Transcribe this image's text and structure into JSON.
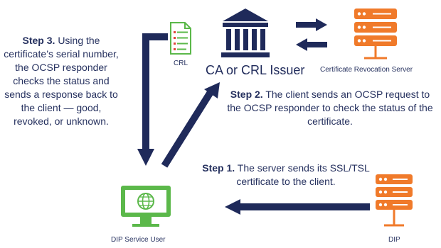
{
  "steps": {
    "step1": {
      "heading": "Step 1.",
      "body": "The server sends its SSL/TSL certificate to the client."
    },
    "step2": {
      "heading": "Step 2.",
      "body": "The client sends an OCSP request to the OCSP responder to check the status of the certificate."
    },
    "step3": {
      "heading": "Step 3.",
      "body": "Using the certificate’s serial number, the OCSP responder checks the status and sends a response back to the client — good, revoked, or unknown."
    }
  },
  "nodes": {
    "crl": {
      "label": "CRL",
      "icon": "document-list-icon"
    },
    "ca": {
      "label": "CA or CRL Issuer",
      "icon": "bank-building-icon"
    },
    "revocation_server": {
      "label": "Certificate Revocation Server",
      "icon": "server-rack-icon"
    },
    "dip_service_user": {
      "label": "DIP Service User",
      "icon": "monitor-globe-icon"
    },
    "dip": {
      "label": "DIP",
      "icon": "server-rack-icon"
    }
  },
  "colors": {
    "navy": "#1f2a5a",
    "orange": "#f07a2a",
    "green": "#5bb84a",
    "text": "#26315f"
  }
}
